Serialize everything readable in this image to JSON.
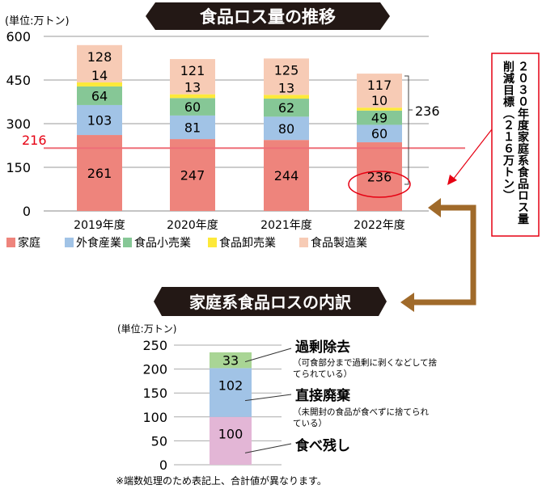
{
  "chart_data": [
    {
      "type": "bar",
      "stacked": true,
      "title": "食品ロス量の推移",
      "unit_label": "(単位:万トン)",
      "categories": [
        "2019年度",
        "2020年度",
        "2021年度",
        "2022年度"
      ],
      "ylim": [
        0,
        600
      ],
      "yticks": [
        "0",
        "150",
        "300",
        "450",
        "600"
      ],
      "grid": true,
      "legend_position": "bottom",
      "series": [
        {
          "name": "家庭",
          "color": "#ee847c",
          "values": [
            261,
            247,
            244,
            236
          ]
        },
        {
          "name": "外食産業",
          "color": "#a1c3e6",
          "values": [
            103,
            81,
            80,
            60
          ]
        },
        {
          "name": "食品小売業",
          "color": "#86c796",
          "values": [
            64,
            60,
            62,
            49
          ]
        },
        {
          "name": "食品卸売業",
          "color": "#fde93a",
          "values": [
            14,
            13,
            13,
            10
          ]
        },
        {
          "name": "食品製造業",
          "color": "#f7cbb5",
          "values": [
            128,
            121,
            125,
            117
          ]
        }
      ],
      "target_line": {
        "value": 216,
        "label": "216",
        "color": "#e60012"
      },
      "bracket_label": "236",
      "highlight_label": "236",
      "target_note": [
        "２０３０年度家庭系食品ロス量",
        "削減目標（２１６万トン）"
      ]
    },
    {
      "type": "bar",
      "stacked": true,
      "title": "家庭系食品ロスの内訳",
      "unit_label": "(単位:万トン)",
      "categories": [
        ""
      ],
      "ylim": [
        0,
        250
      ],
      "yticks": [
        "0",
        "50",
        "100",
        "150",
        "200",
        "250"
      ],
      "grid": true,
      "series": [
        {
          "name": "食べ残し",
          "color": "#e3b6d6",
          "values": [
            100
          ],
          "note": ""
        },
        {
          "name": "直接廃棄",
          "color": "#a1c3e6",
          "values": [
            102
          ],
          "note": "（未開封の食品が食べずに捨てられている）"
        },
        {
          "name": "過剰除去",
          "color": "#a9d595",
          "values": [
            33
          ],
          "note": "（可食部分まで過剰に剥くなどして捨てられている）"
        }
      ],
      "footnote": "※端数処理のため表記上、合計値が異なります。"
    }
  ],
  "colors": {
    "banner": "#231815",
    "arrow": "#a06a2a",
    "red": "#e60012"
  }
}
